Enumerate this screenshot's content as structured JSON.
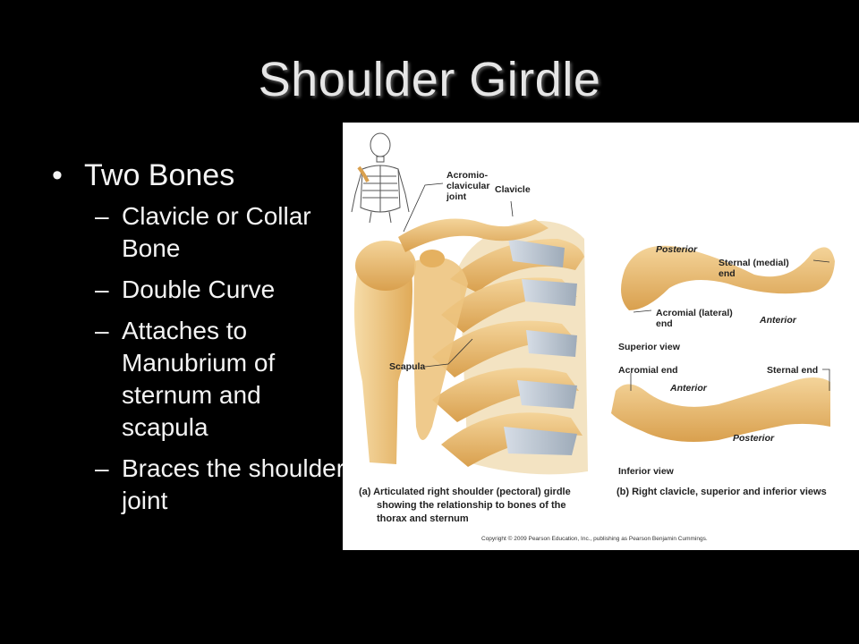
{
  "slide": {
    "title": "Shoulder Girdle",
    "bullet": "Two Bones",
    "sub_items": [
      "Clavicle or Collar Bone",
      "Double Curve",
      "Attaches to Manubrium of sternum and scapula",
      "Braces the shoulder joint"
    ]
  },
  "figure": {
    "labels": {
      "acromioclavicular_joint": [
        "Acromio-",
        "clavicular",
        "joint"
      ],
      "clavicle": "Clavicle",
      "scapula": "Scapula",
      "posterior_top": "Posterior",
      "sternal_medial_end": [
        "Sternal (medial)",
        "end"
      ],
      "acromial_lateral_end": [
        "Acromial (lateral)",
        "end"
      ],
      "anterior_top": "Anterior",
      "superior_view": "Superior view",
      "acromial_end": "Acromial end",
      "sternal_end": "Sternal end",
      "anterior_bottom": "Anterior",
      "posterior_bottom": "Posterior",
      "inferior_view": "Inferior view"
    },
    "caption_a": [
      "(a) Articulated right shoulder (pectoral) girdle",
      "showing the relationship to bones of the",
      "thorax and sternum"
    ],
    "caption_b": "(b) Right clavicle, superior and inferior views",
    "copyright": "Copyright © 2009 Pearson Education, Inc., publishing as Pearson Benjamin Cummings."
  },
  "colors": {
    "background": "#000000",
    "bone": "#e8b86a",
    "cartilage": "#b9c4cf"
  }
}
